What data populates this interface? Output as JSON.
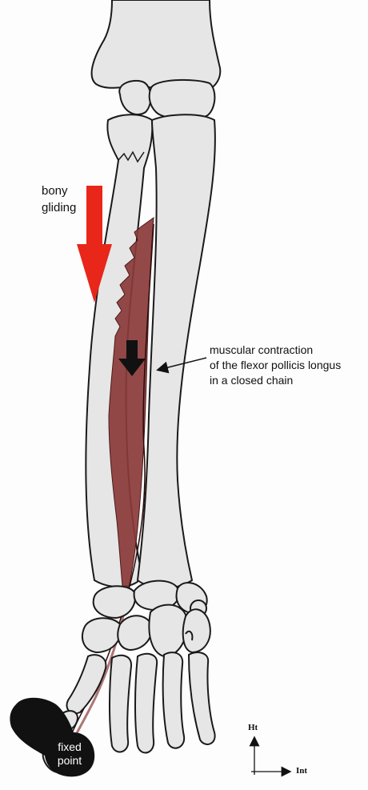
{
  "labels": {
    "bony_gliding_line1": "bony",
    "bony_gliding_line2": "gliding",
    "contraction_line1": "muscular contraction",
    "contraction_line2": "of the flexor pollicis longus",
    "contraction_line3": "in a closed chain",
    "fixed_line1": "fixed",
    "fixed_line2": "point"
  },
  "axes": {
    "vertical": "Ht",
    "horizontal": "Int"
  },
  "colors": {
    "bone_fill": "#e6e6e6",
    "bone_outline": "#1a1a1a",
    "muscle_fill": "#8b3a3a",
    "red_arrow": "#e8261a",
    "black_arrow": "#111111",
    "fixed_point": "#111111"
  }
}
